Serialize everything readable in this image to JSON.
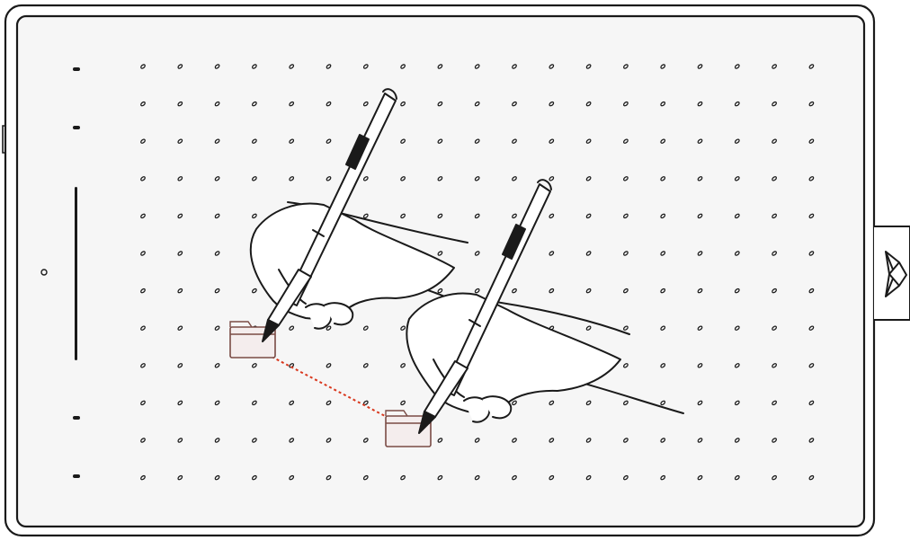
{
  "figure": {
    "description_colors": {
      "outline": "#1a1a1a",
      "pad_fill": "#f6f6f6",
      "accent": "#d9381e",
      "box_stroke": "#7a4b45",
      "box_fill": "#f4eded"
    },
    "dot_grid": {
      "columns": 19,
      "rows": 12
    },
    "express_keys": {
      "count": 4,
      "has_touch_strip": true,
      "has_indicator_led": true
    },
    "pens": {
      "count": 2,
      "shows_drag_motion": true
    },
    "side_connector": {
      "icon": "tablet-logo-icon"
    }
  }
}
